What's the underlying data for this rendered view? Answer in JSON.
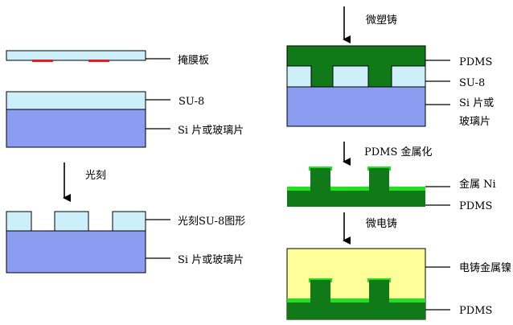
{
  "labels": {
    "mask": "掩膜板",
    "su8": "SU-8",
    "si_glass_1": "Si 片或玻璃片",
    "photolith": "光刻",
    "su8_pattern": "光刻SU-8图形",
    "si_glass_2": "Si 片或玻璃片",
    "micro_molding": "微塑铸",
    "pdms_1": "PDMS",
    "su8_right": "SU-8",
    "si_right_line1": "Si 片或",
    "si_right_line2": "玻璃片",
    "pdms_metallize": "PDMS 金属化",
    "metal_ni": "金属 Ni",
    "pdms_2": "PDMS",
    "micro_electroform": "微电铸",
    "electroform_ni": "电铸金属镍",
    "pdms_3": "PDMS"
  },
  "colors": {
    "light_blue": "#cdeff9",
    "substrate": "#8c9cf0",
    "mask_mark": "#e02020",
    "dark_green": "#0f7a17",
    "bright_green": "#22e022",
    "yellow": "#ffff99"
  }
}
